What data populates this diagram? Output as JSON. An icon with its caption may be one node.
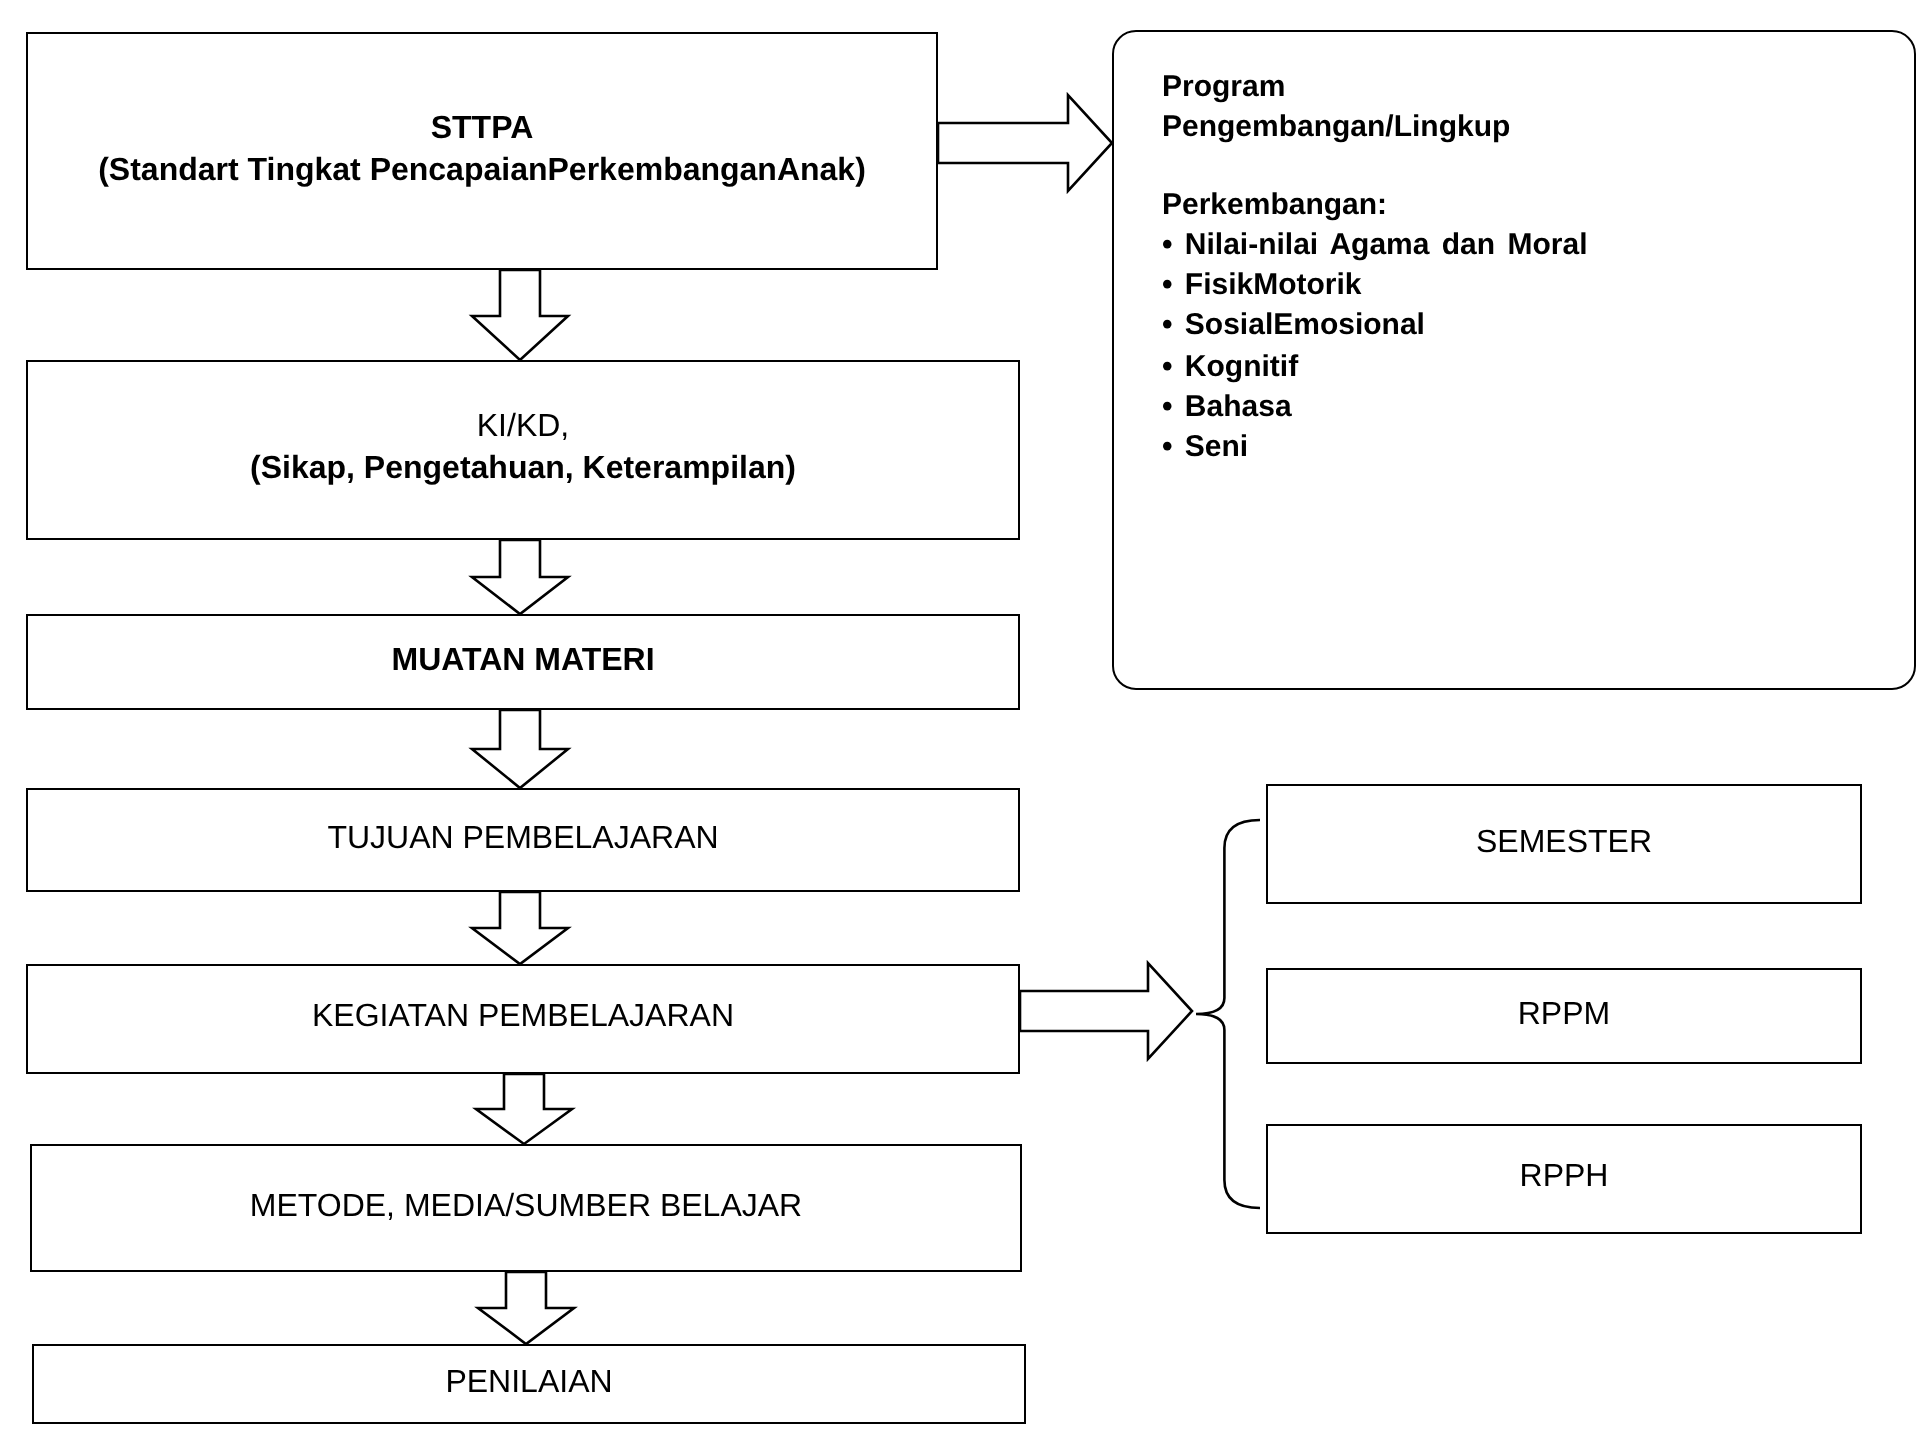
{
  "diagram": {
    "nodes": [
      {
        "text": [
          "STTPA",
          "(Standart Tingkat PencapaianPerkembanganAnak)"
        ]
      },
      {
        "text": [
          "KI/KD,",
          "(Sikap, Pengetahuan, Keterampilan)"
        ]
      },
      {
        "text": [
          "MUATAN MATERI"
        ]
      },
      {
        "text": [
          "TUJUAN PEMBELAJARAN"
        ]
      },
      {
        "text": [
          "KEGIATAN PEMBELAJARAN"
        ]
      },
      {
        "text": [
          "METODE, MEDIA/SUMBER BELAJAR"
        ]
      },
      {
        "text": [
          "PENILAIAN"
        ]
      },
      {
        "text": [
          "Program Pengembangan/Lingkup",
          "Perkembangan:",
          "• Nilai-nilai Agama dan Moral",
          "• FisikMotorik",
          "• SosialEmosional",
          "• Kognitif",
          "• Bahasa",
          "• Seni"
        ]
      },
      {
        "text": [],
        "shape": "brace"
      },
      {
        "text": [
          "SEMESTER"
        ]
      },
      {
        "text": [
          "RPPM"
        ]
      },
      {
        "text": [
          "RPPH"
        ]
      }
    ],
    "edges": [
      {
        "from": 0,
        "to": 1,
        "arrow": "to"
      },
      {
        "from": 1,
        "to": 2,
        "arrow": "to"
      },
      {
        "from": 2,
        "to": 3,
        "arrow": "to"
      },
      {
        "from": 3,
        "to": 4,
        "arrow": "to"
      },
      {
        "from": 4,
        "to": 5,
        "arrow": "to"
      },
      {
        "from": 5,
        "to": 6,
        "arrow": "to"
      },
      {
        "from": 0,
        "to": 7,
        "arrow": "to"
      },
      {
        "from": 4,
        "to": 8,
        "arrow": "to"
      }
    ]
  }
}
